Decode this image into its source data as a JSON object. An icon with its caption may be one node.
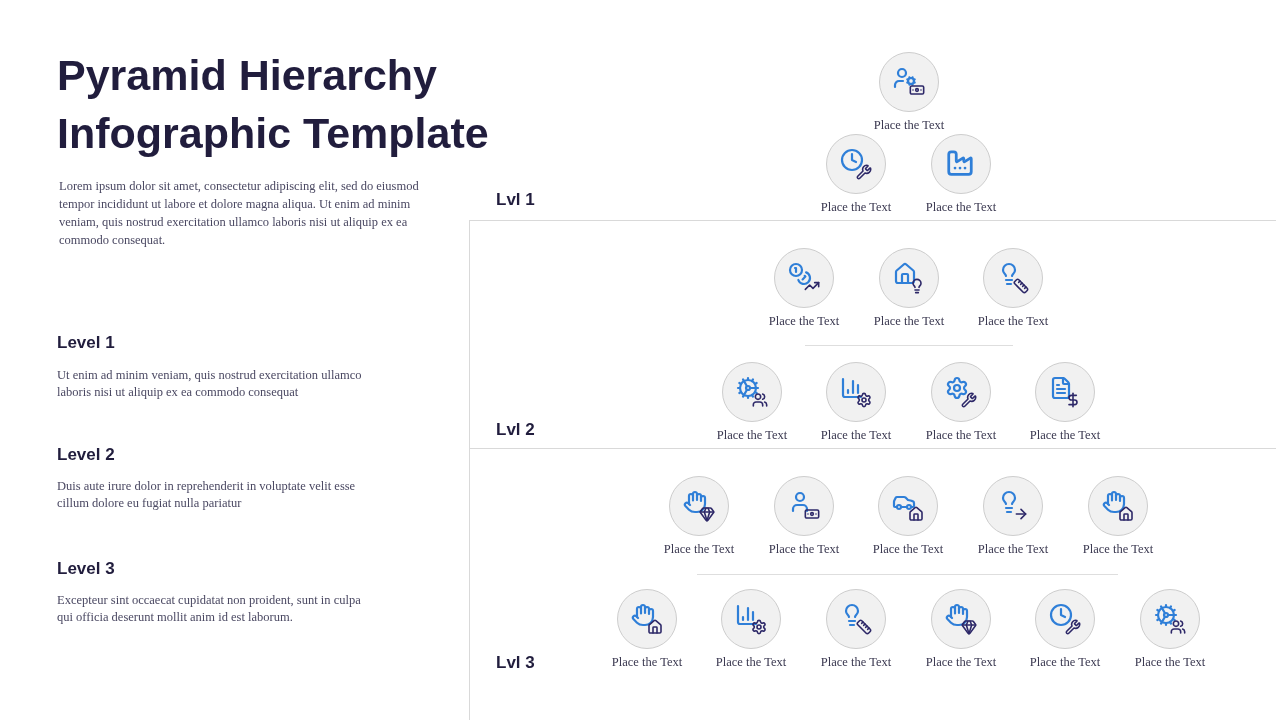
{
  "diagram": {
    "title": "Pyramid Hierarchy Infographic Template",
    "nodes": [
      {
        "text": [
          "Place the Text"
        ]
      },
      {
        "text": [
          "Place the Text"
        ]
      },
      {
        "text": [
          "Place the Text"
        ]
      },
      {
        "text": [
          "Place the Text"
        ]
      },
      {
        "text": [
          "Place the Text"
        ]
      },
      {
        "text": [
          "Place the Text"
        ]
      },
      {
        "text": [
          "Place the Text"
        ]
      },
      {
        "text": [
          "Place the Text"
        ]
      },
      {
        "text": [
          "Place the Text"
        ]
      },
      {
        "text": [
          "Place the Text"
        ]
      },
      {
        "text": [
          "Place the Text"
        ]
      },
      {
        "text": [
          "Place the Text"
        ]
      },
      {
        "text": [
          "Place the Text"
        ]
      },
      {
        "text": [
          "Place the Text"
        ]
      },
      {
        "text": [
          "Place the Text"
        ]
      },
      {
        "text": [
          "Place the Text"
        ]
      },
      {
        "text": [
          "Place the Text"
        ]
      },
      {
        "text": [
          "Place the Text"
        ]
      },
      {
        "text": [
          "Place the Text"
        ]
      },
      {
        "text": [
          "Place the Text"
        ]
      },
      {
        "text": [
          "Place the Text"
        ]
      }
    ],
    "labels": [
      "Lorem ipsum dolor sit amet, consectetur adipiscing elit, sed do eiusmod tempor incididunt ut labore et dolore magna aliqua. Ut enim ad minim veniam, quis nostrud exercitation ullamco laboris nisi ut aliquip ex ea commodo consequat.",
      "Lvl 1",
      "Level 1",
      "Ut enim ad minim veniam, quis nostrud exercitation ullamco laboris nisi ut aliquip ex ea commodo consequat",
      "Level 2",
      "Duis aute irure dolor in reprehenderit in voluptate velit esse cillum dolore eu fugiat nulla pariatur",
      "Lvl 2",
      "Level 3",
      "Excepteur sint occaecat cupidatat non proident, sunt in culpa qui officia deserunt mollit anim id est laborum.",
      "Lvl 3"
    ]
  }
}
